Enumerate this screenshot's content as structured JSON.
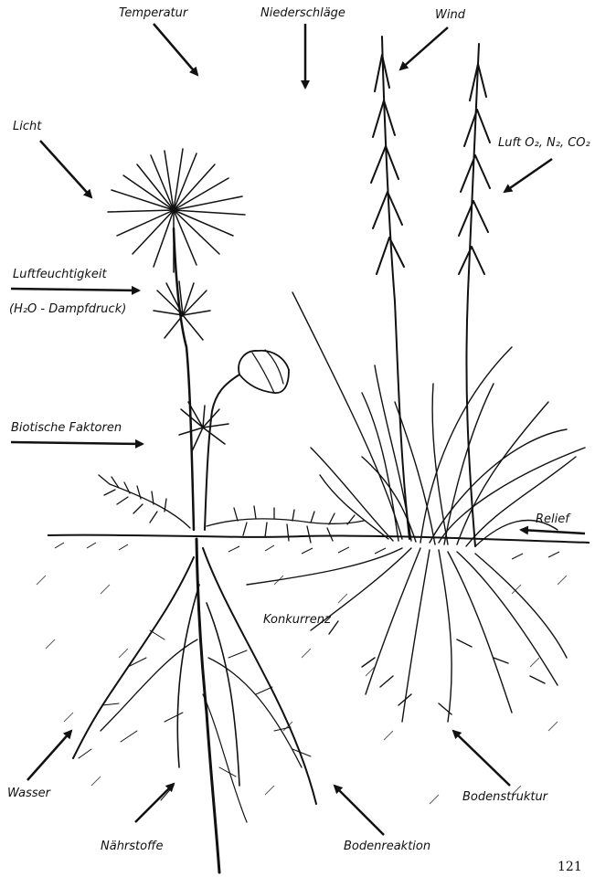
{
  "factors": {
    "temperatur": "Temperatur",
    "niederschlaege": "Niederschläge",
    "wind": "Wind",
    "licht": "Licht",
    "luft": "Luft O₂, N₂, CO₂",
    "luftfeuchtigkeit": "Luftfeuchtigkeit",
    "dampfdruck": "(H₂O - Dampfdruck)",
    "biotische_faktoren": "Biotische Faktoren",
    "relief": "Relief",
    "konkurrenz": "Konkurrenz",
    "wasser": "Wasser",
    "naehrstoffe": "Nährstoffe",
    "bodenreaktion": "Bodenreaktion",
    "bodenstruktur": "Bodenstruktur"
  },
  "page_number": "121",
  "colors": {
    "ink": "#111111",
    "paper": "#ffffff"
  }
}
